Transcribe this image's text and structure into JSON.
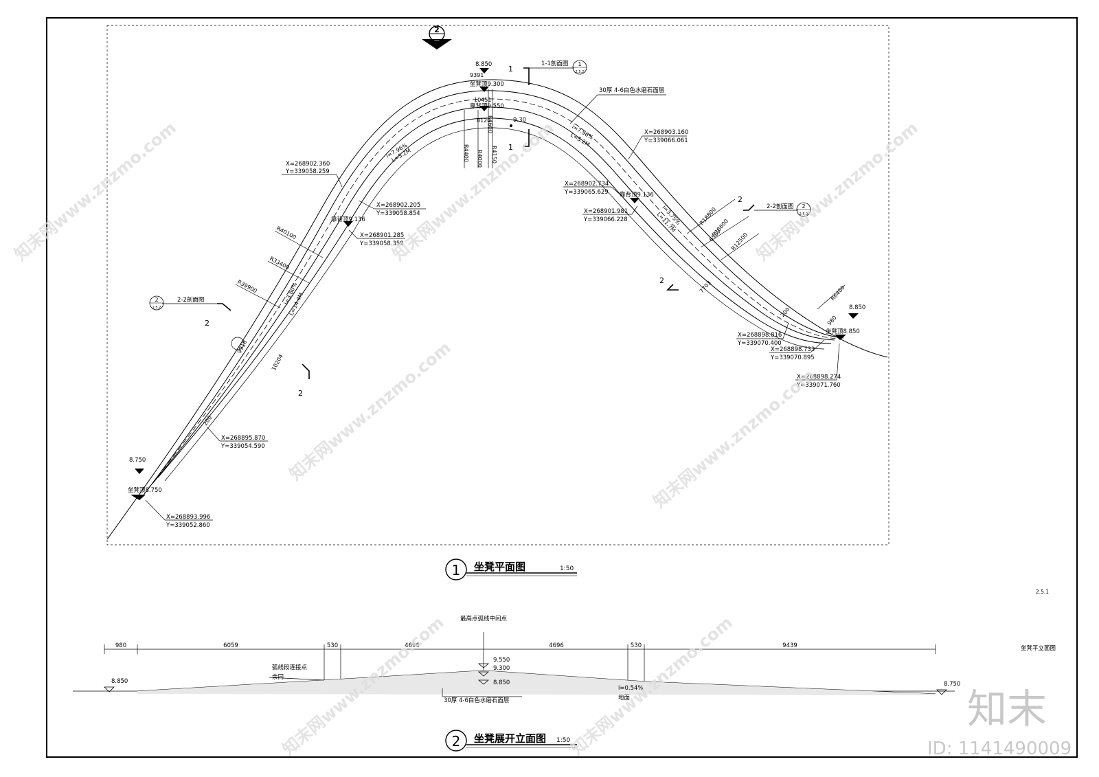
{
  "drawing": {
    "plan": {
      "section_mark": {
        "top": "2",
        "bottom": "—"
      },
      "title_number": "1",
      "title": "坐凳平面图",
      "scale": "1:50",
      "elev_labels": {
        "top_right_of_peak": "8.850",
        "peak_len": "9391",
        "seat_top_peak": "坐凳顶9.300",
        "peak_len2": "10451",
        "back_top_peak": "靠背顶9.550",
        "peak_len3": "8120",
        "point_930": "9.30",
        "left_end": "8.750",
        "left_seat_top": "坐凳顶8.750",
        "right_end": "8.850",
        "right_seat_top": "坐凳顶8.850",
        "back_left": "靠背顶9.136",
        "back_right": "靠背顶9.136"
      },
      "radii": {
        "r4400": "R4400",
        "r4000": "R4000",
        "r4600": "R4600",
        "r4150": "R4150",
        "r40100": "R40100",
        "r33400": "R33400",
        "r39900": "R39900",
        "r18800": "R18800",
        "r18600": "R18600",
        "r12500": "R12500",
        "r6400": "R6400"
      },
      "slopes": {
        "s1": "i=7.96%",
        "s1len": "L=5.2M",
        "s2": "i=3.80%",
        "s2len": "L=14.4M",
        "s3": "i=7.96%",
        "s3len": "L=5.2M",
        "s4": "i=3.75%",
        "s4len": "L=11.7M"
      },
      "dims": {
        "d9918": "9918",
        "d10204": "10204",
        "d200a": "200",
        "d6589": "6589",
        "d7703": "7703",
        "d200b": "200",
        "d980": "980"
      },
      "coords": {
        "c1x": "X=268902.360",
        "c1y": "Y=339058.259",
        "c2x": "X=268902.205",
        "c2y": "Y=339058.854",
        "c3x": "X=268901.285",
        "c3y": "Y=339058.359",
        "c4x": "X=268903.160",
        "c4y": "Y=339066.061",
        "c5x": "X=268902.734",
        "c5y": "Y=339065.629",
        "c6x": "X=268901.981",
        "c6y": "Y=339066.228",
        "c7x": "X=268898.816",
        "c7y": "Y=339070.400",
        "c8x": "X=268898.733",
        "c8y": "Y=339070.895",
        "c9x": "X=268898.274",
        "c9y": "Y=339071.760",
        "c10x": "X=268895.870",
        "c10y": "Y=339054.590",
        "c11x": "X=268893.996",
        "c11y": "Y=339052.860"
      },
      "callouts": {
        "section11": "1-1剖面图",
        "section22a": "2-2剖面图",
        "section22b": "2-2剖面图",
        "material": "30厚 4-6白色水磨石面层",
        "sheet_ref": "2.5.2",
        "bubble_2": "2",
        "bubble_1": "1",
        "cut1": "1",
        "cut2": "2"
      }
    },
    "elevation": {
      "title_number": "2",
      "title": "坐凳展开立面图",
      "scale": "1:50",
      "top_note": "最高点弧线中间点",
      "dims": [
        "980",
        "6059",
        "530",
        "4696",
        "4696",
        "530",
        "9439"
      ],
      "elev_950": "9.550",
      "elev_930": "9.300",
      "elev_885": "8.850",
      "left_elev": "8.850",
      "right_elev": "8.750",
      "note_joint": "弧线段连接点",
      "note_same": "余同",
      "slope": "i=0.54%",
      "ground": "地面",
      "material": "30厚 4-6白色水磨石面层"
    },
    "sheet": {
      "page_no": "2.5.1",
      "side_title": "坐凳平立面图"
    },
    "watermark": {
      "brand": "知末",
      "site": "知末网www.znzmo.com",
      "id_text": "ID: 1141490009"
    }
  }
}
